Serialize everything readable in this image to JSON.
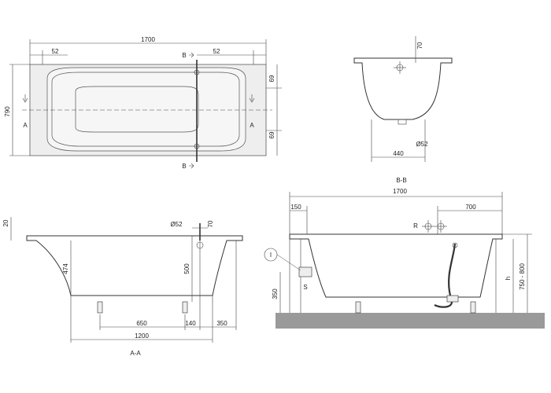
{
  "views": {
    "top": {
      "length": "1700",
      "end_offset_left": "52",
      "end_offset_right": "52",
      "width": "790",
      "right_upper": "69",
      "right_lower": "69",
      "section_a_left": "A",
      "section_a_right": "A",
      "section_b_top": "B",
      "section_b_bottom": "B"
    },
    "section_bb": {
      "title": "B-B",
      "rim": "70",
      "width": "440",
      "drain": "Ø52"
    },
    "section_aa": {
      "title": "A-A",
      "rim": "20",
      "drain_hole": "Ø52",
      "overflow_offset": "70",
      "inner_depth": "474",
      "depth": "500",
      "leg_spacing": "650",
      "leg_to_drain": "140",
      "drain_to_end": "350",
      "base_length": "1200"
    },
    "install": {
      "length": "1700",
      "left_offset": "150",
      "fixture_offset": "700",
      "fixture_label": "R",
      "height_label": "h",
      "height_range": "750 - 800",
      "socket_height": "350",
      "socket_label": "S",
      "callout": "I"
    }
  },
  "colors": {
    "line": "#333333",
    "floor": "#9a9a9a",
    "fill": "#eeeeee"
  }
}
